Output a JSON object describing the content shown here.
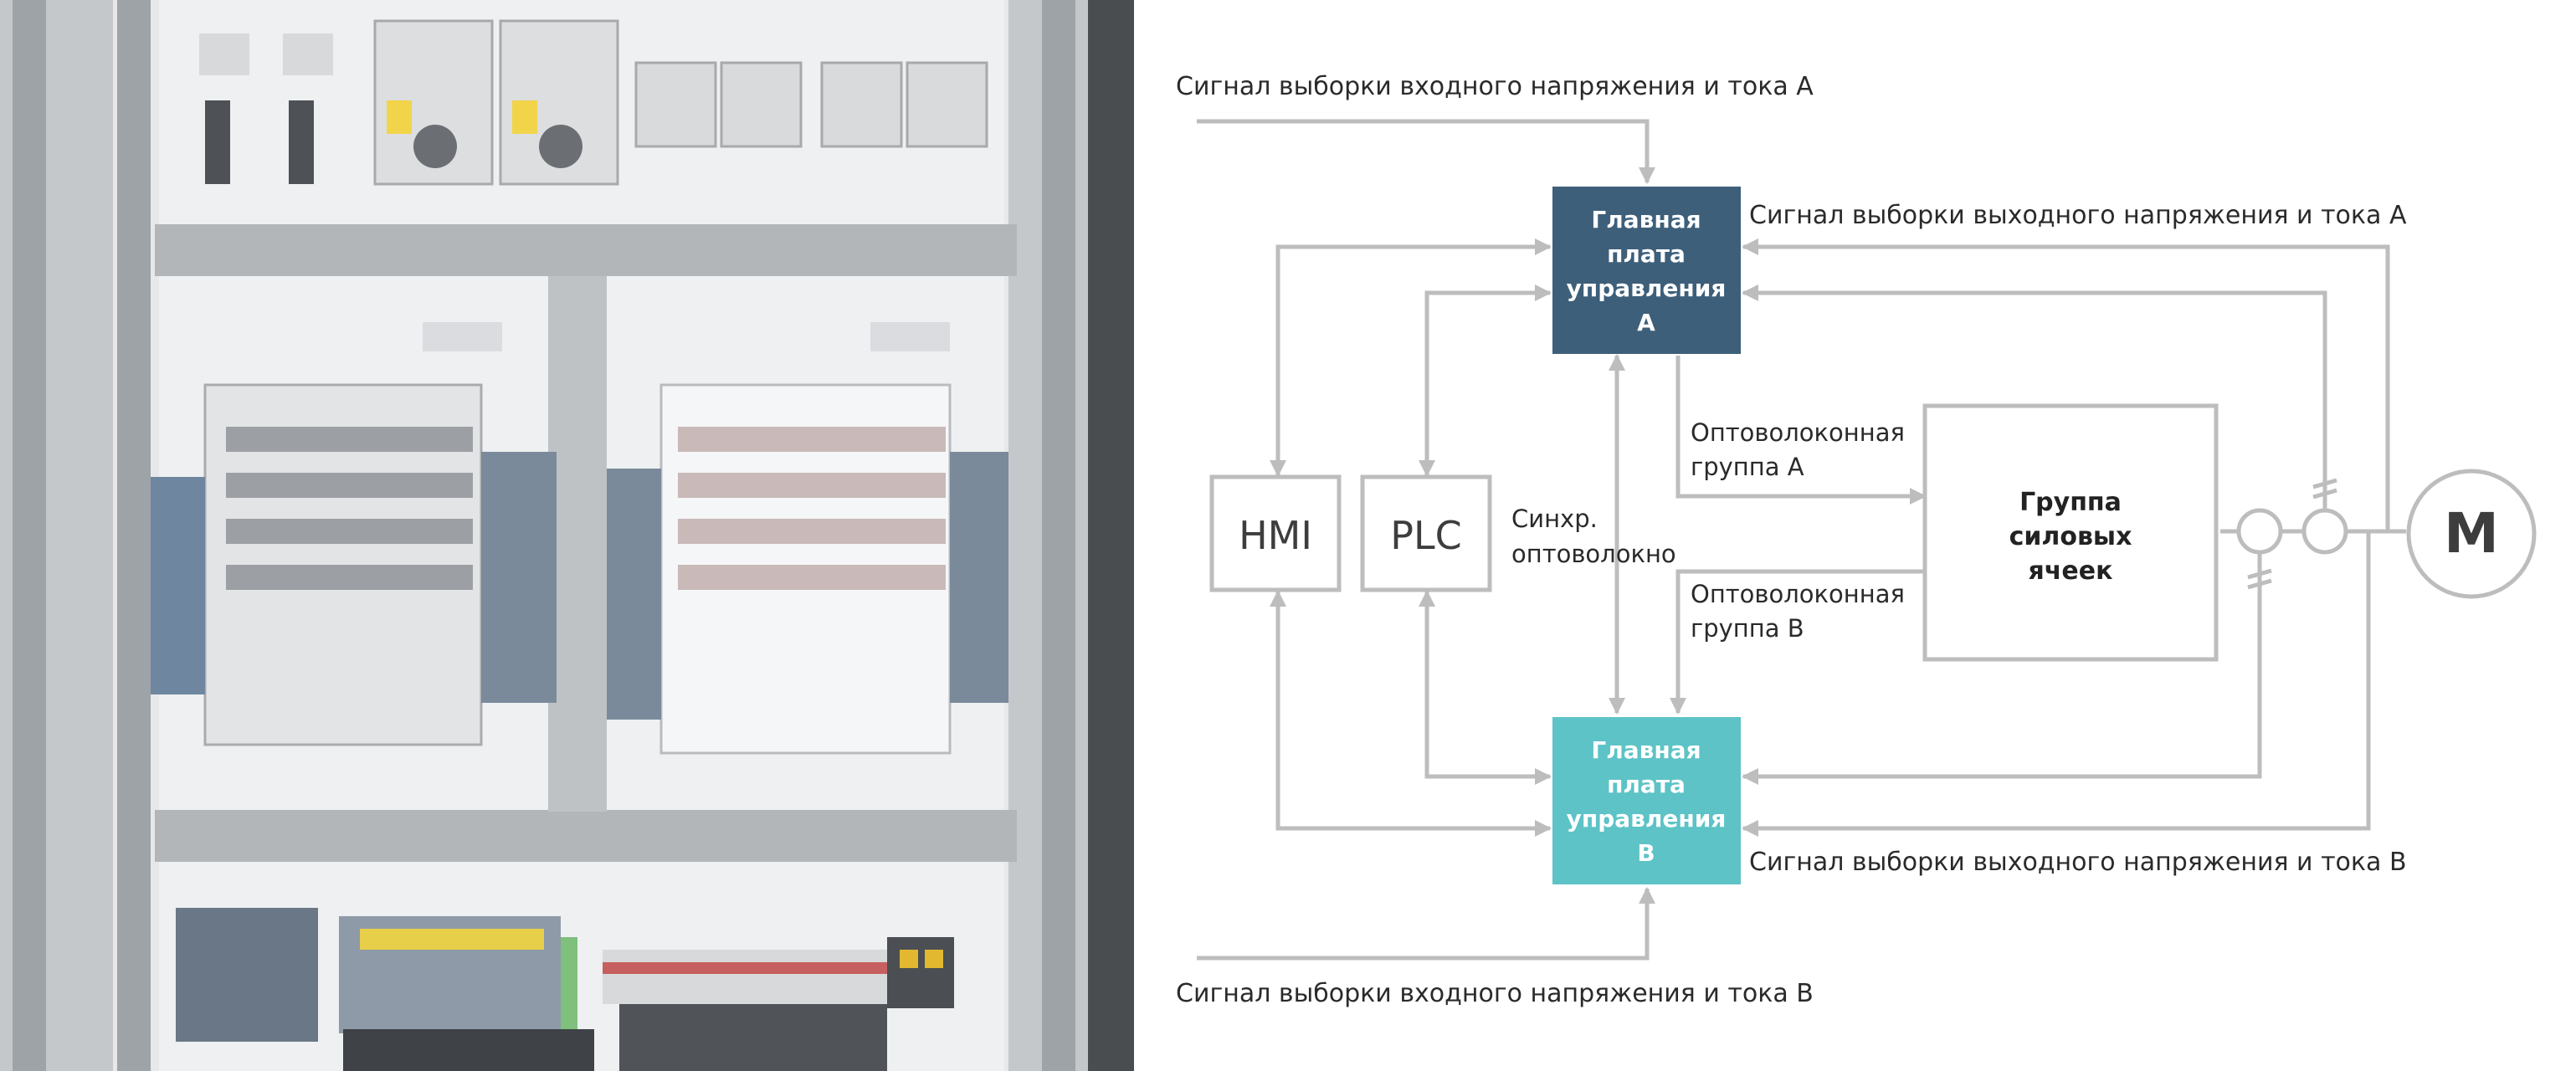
{
  "photo": {
    "alt": "control cabinet",
    "colors": {
      "panel": "#e9eaea",
      "trunking": "#b7b9bb",
      "metal": "#d8dadc",
      "wire": "#5a6d86"
    }
  },
  "diagram": {
    "labels": {
      "input_a": "Сигнал выборки входного напряжения и тока А",
      "input_b": "Сигнал выборки входного напряжения и тока B",
      "output_a": "Сигнал выборки выходного напряжения и тока А",
      "output_b": "Сигнал выборки выходного напряжения и тока B",
      "fiber_a_1": "Оптоволоконная",
      "fiber_a_2": "группа A",
      "fiber_b_1": "Оптоволоконная",
      "fiber_b_2": "группа B",
      "sync_1": "Синхр.",
      "sync_2": "оптоволокно"
    },
    "board_a": {
      "line1": "Главная",
      "line2": "плата",
      "line3": "управления",
      "line4": "A",
      "color": "#3d5f7a"
    },
    "board_b": {
      "line1": "Главная",
      "line2": "плата",
      "line3": "управления",
      "line4": "B",
      "color": "#5dc3c6"
    },
    "hmi": "HMI",
    "plc": "PLC",
    "cells": {
      "line1": "Группа",
      "line2": "силовых",
      "line3": "ячеек"
    },
    "motor": "M",
    "line_color": "#bdbdbd"
  }
}
